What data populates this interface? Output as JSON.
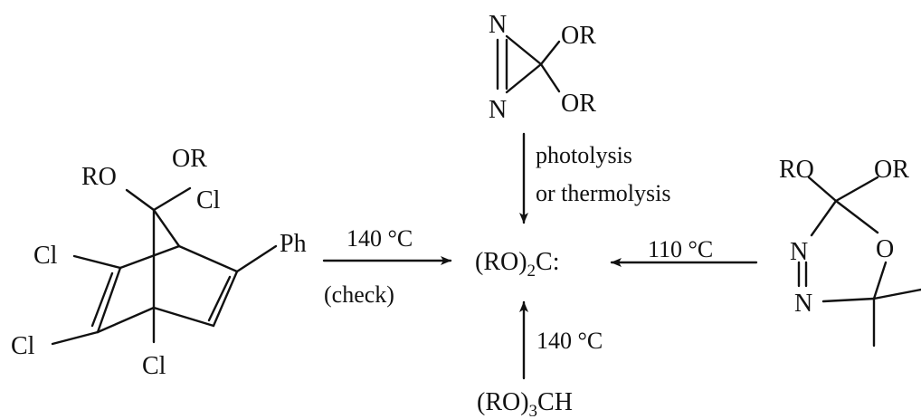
{
  "diagram": {
    "norbornadiene": {
      "substituents": [
        "RO",
        "OR",
        "Cl",
        "Cl",
        "Cl",
        "Cl",
        "Ph"
      ]
    },
    "diazirine": {
      "ring_atoms": [
        "N",
        "N"
      ],
      "substituents": [
        "OR",
        "OR"
      ]
    },
    "oxadiazoline": {
      "substituents": [
        "RO",
        "OR"
      ],
      "ring_atoms": [
        "N",
        "N",
        "O"
      ]
    },
    "orthoester": {
      "main": "(RO)",
      "subscript": "3",
      "tail": "CH"
    },
    "carbene": {
      "main": "(RO)",
      "subscript": "2",
      "tail": "C:"
    },
    "arrows": {
      "from_norbornadiene": {
        "above": "140 °C",
        "below": "(check)"
      },
      "from_diazirine": {
        "lines": [
          "photolysis",
          "or thermolysis"
        ]
      },
      "from_oxadiazoline": {
        "label": "110 °C"
      },
      "from_orthoester": {
        "label": "140 °C"
      }
    }
  }
}
